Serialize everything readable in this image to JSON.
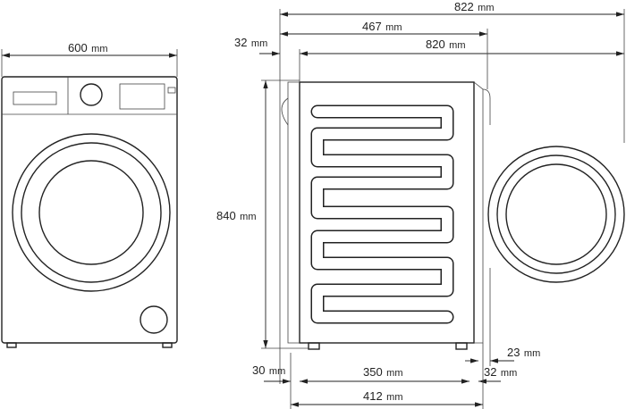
{
  "dimensions": {
    "front_width": {
      "value": "600",
      "unit": "mm"
    },
    "overall_depth_door_open": {
      "value": "822",
      "unit": "mm"
    },
    "depth_to_door": {
      "value": "467",
      "unit": "mm"
    },
    "door_open_depth": {
      "value": "820",
      "unit": "mm"
    },
    "rear_offset_top": {
      "value": "32",
      "unit": "mm"
    },
    "height": {
      "value": "840",
      "unit": "mm"
    },
    "rear_offset_bottom": {
      "value": "30",
      "unit": "mm"
    },
    "feet_spacing": {
      "value": "350",
      "unit": "mm"
    },
    "front_offset": {
      "value": "32",
      "unit": "mm"
    },
    "door_thickness": {
      "value": "23",
      "unit": "mm"
    },
    "body_depth": {
      "value": "412",
      "unit": "mm"
    }
  }
}
